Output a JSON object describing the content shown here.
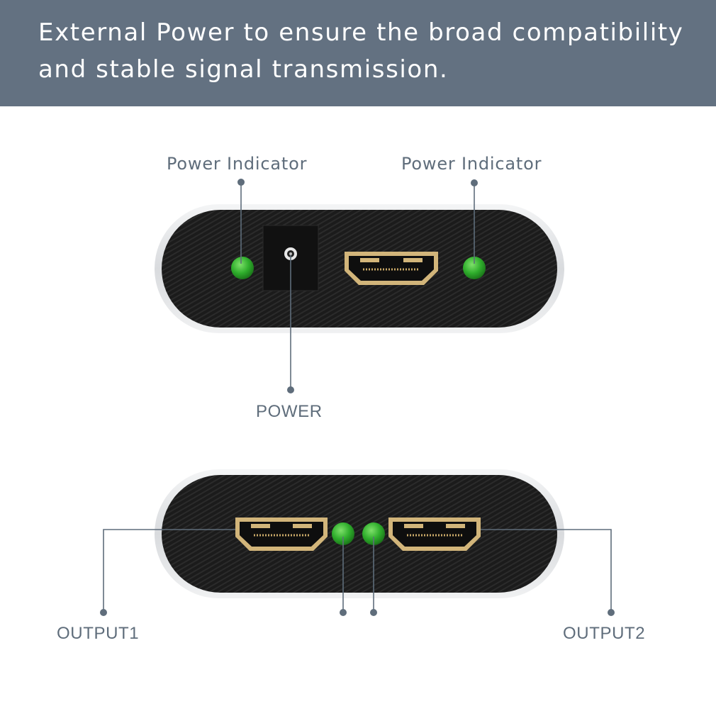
{
  "banner": {
    "line1": "External Power to ensure the broad compatibility",
    "line2": "and stable signal transmission.",
    "background_color": "#637181",
    "text_color": "#ffffff"
  },
  "input_side": {
    "left_indicator_label": "Power Indicator",
    "right_indicator_label": "Power Indicator",
    "power_port_label": "POWER"
  },
  "output_side": {
    "output1_label": "OUTPUT1",
    "output2_label": "OUTPUT2"
  },
  "colors": {
    "device_body": "#1c1c1c",
    "device_rim": "#e3e5e8",
    "led": "#2fae2c",
    "hdmi_gold": "#d2b57a",
    "callout_line": "#5f6d7b"
  }
}
